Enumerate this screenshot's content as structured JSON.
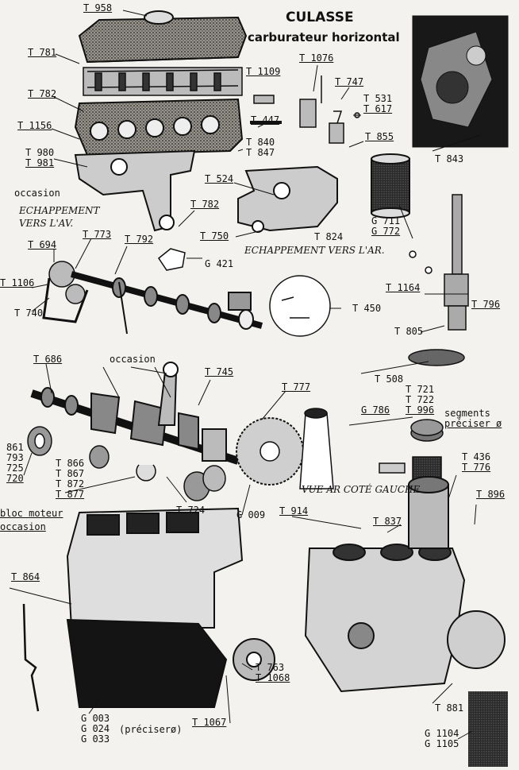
{
  "header": {
    "title": "CULASSE",
    "subtitle": "carburateur horizontal"
  },
  "refs": {
    "t958": "T 958",
    "t781": "T 781",
    "t782a": "T 782",
    "t1156": "T 1156",
    "t980": "T 980",
    "t981": "T 981",
    "t1076": "T 1076",
    "t1109": "T 1109",
    "t747": "T 747",
    "t531": "T 531",
    "t617": "T 617",
    "t447": "T 447",
    "t840": "T 840",
    "t847": "T 847",
    "t855": "T 855",
    "t843": "T 843",
    "t524": "T 524",
    "t782b": "T 782",
    "t711": "G 711",
    "t772": "G 772",
    "t694": "T 694",
    "t773": "T 773",
    "t792": "T 792",
    "t750": "T 750",
    "t824": "T 824",
    "g421": "G 421",
    "t1106": "T 1106",
    "t740": "T 740",
    "t1164": "T 1164",
    "t796": "T 796",
    "t450": "T 450",
    "t805": "T 805",
    "t508": "T 508",
    "t686": "T 686",
    "t745": "T 745",
    "t777": "T 777",
    "t721": "T 721",
    "t722": "T 722",
    "t996": "T 996",
    "g786": "G 786",
    "s861": "861",
    "s793": "793",
    "s725": "725",
    "s720": "720",
    "t866": "T 866",
    "t867": "T 867",
    "t872": "T 872",
    "t877": "T 877",
    "t724": "T 724",
    "g009": "G 009",
    "t436": "T 436",
    "t776": "T 776",
    "t896": "T 896",
    "t914": "T 914",
    "t837": "T 837",
    "t864": "T 864",
    "t763": "T 763",
    "t1068": "T 1068",
    "t1067": "T 1067",
    "t881": "T 881",
    "g003": "G 003",
    "g024": "G 024",
    "g033": "G 033",
    "g1104": "G 1104",
    "g1105": "G 1105"
  },
  "notes": {
    "occasion1": "occasion",
    "echap_av_1": "ECHAPPEMENT",
    "echap_av_2": "VERS L'AV.",
    "echap_ar": "ECHAPPEMENT VERS L'AR.",
    "occasion2": "occasion",
    "segments1": "segments",
    "segments2": "préciser ø",
    "vue_ar": "VUE AR COTÉ GAUCHE",
    "bloc1": "bloc moteur",
    "bloc2": "occasion",
    "preciser": "(préciserø)"
  }
}
